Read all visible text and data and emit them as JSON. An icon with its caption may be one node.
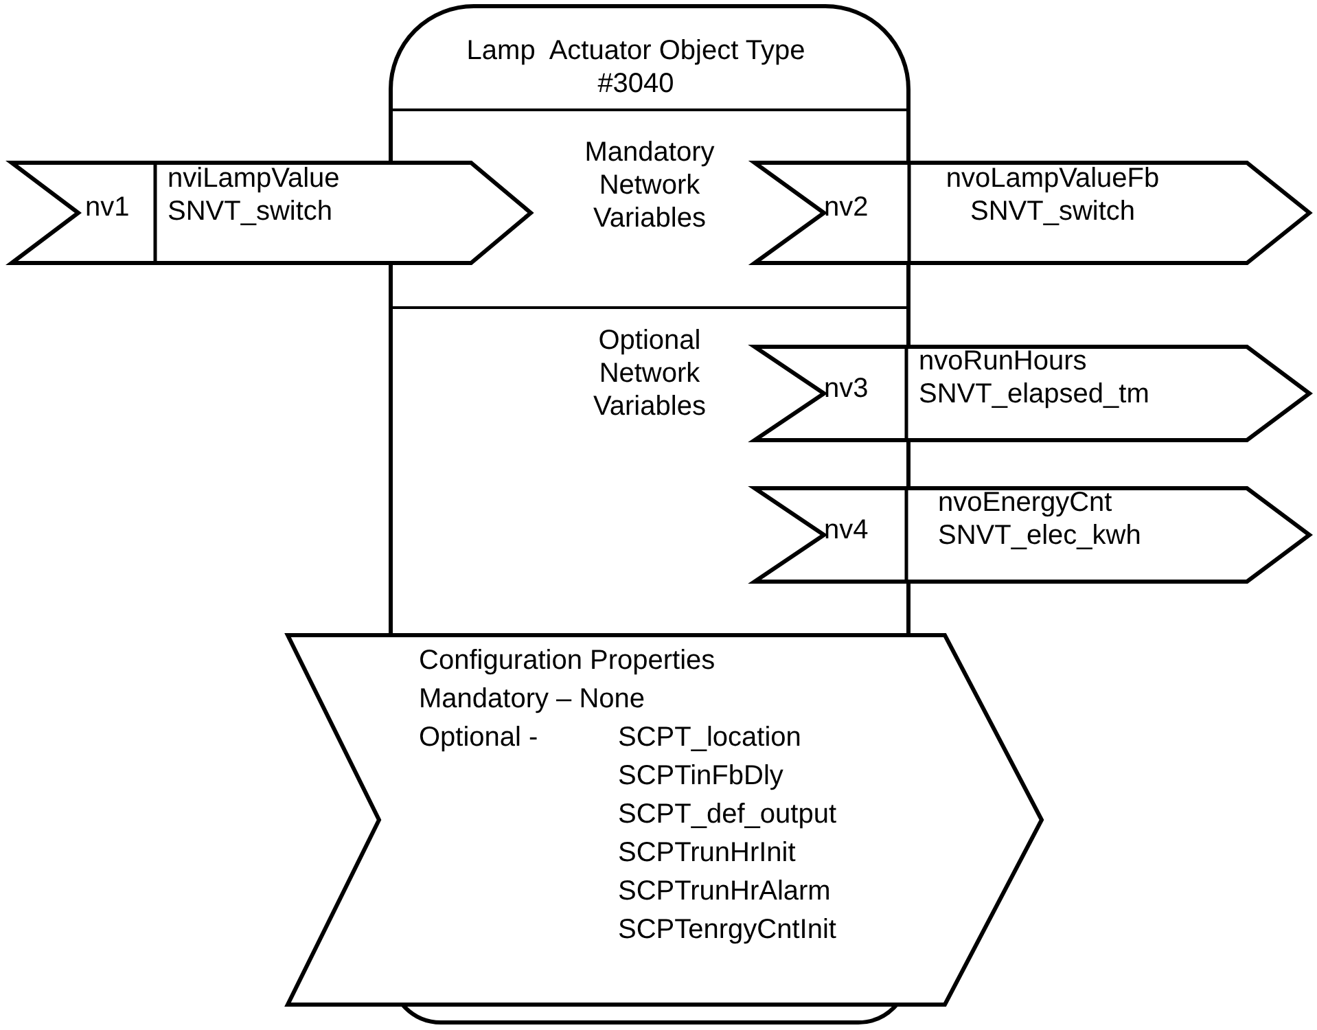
{
  "diagram": {
    "nodes": [
      {
        "text": [
          "Lamp  Actuator Object Type #3040",
          "Mandatory Network Variables",
          "Optional Network Variables"
        ]
      },
      {
        "text": [
          "nv1",
          "nviLampValue SNVT_switch"
        ]
      },
      {
        "text": [
          "nv2",
          "nvoLampValueFb SNVT_switch"
        ]
      },
      {
        "text": [
          "nv3",
          "nvoRunHours SNVT_elapsed_tm"
        ]
      },
      {
        "text": [
          "nv4",
          "nvoEnergyCnt SNVT_elec_kwh"
        ]
      },
      {
        "text": [
          "Configuration Properties",
          "Mandatory – None",
          "Optional -",
          "SCPT_location",
          "SCPTinFbDly",
          "SCPT_def_output",
          "SCPTrunHrInit",
          "SCPTrunHrAlarm",
          "SCPTenrgyCntInit"
        ]
      }
    ]
  }
}
